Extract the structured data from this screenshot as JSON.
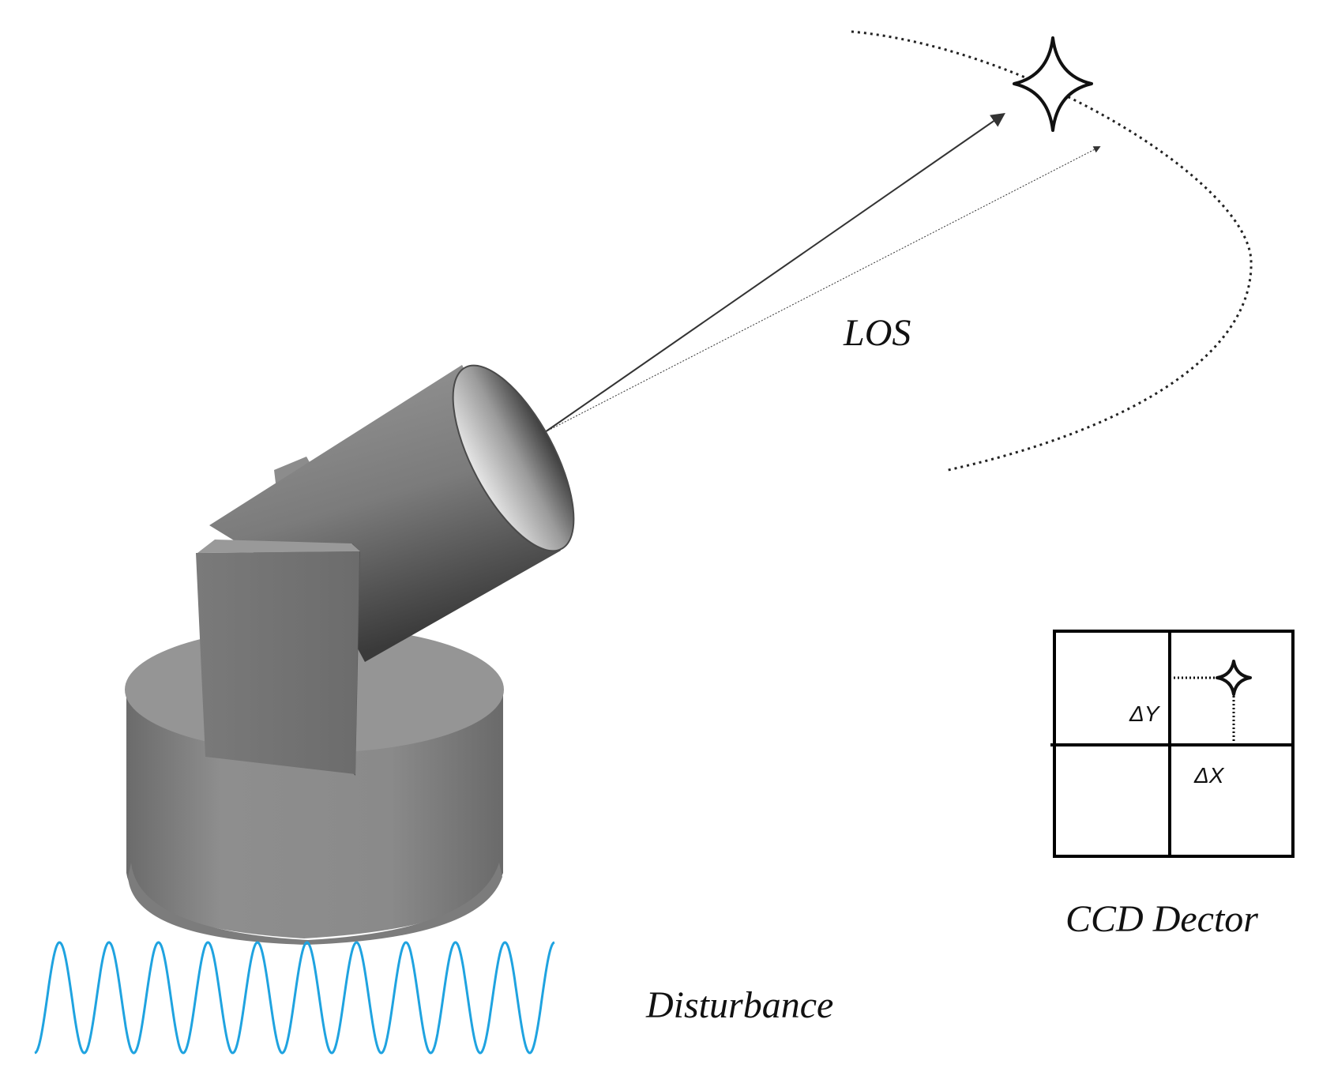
{
  "labels": {
    "los": "LOS",
    "ccd_detector": "CCD Dector",
    "disturbance": "Disturbance",
    "delta_y": "ΔY",
    "delta_x": "ΔX"
  },
  "colors": {
    "disturbance_wave": "#1fa3e0",
    "telescope_body": "#8a8a8a",
    "line": "#333333"
  },
  "icons": {
    "target": "four-point-star-icon",
    "ccd_spot": "four-point-star-icon"
  }
}
